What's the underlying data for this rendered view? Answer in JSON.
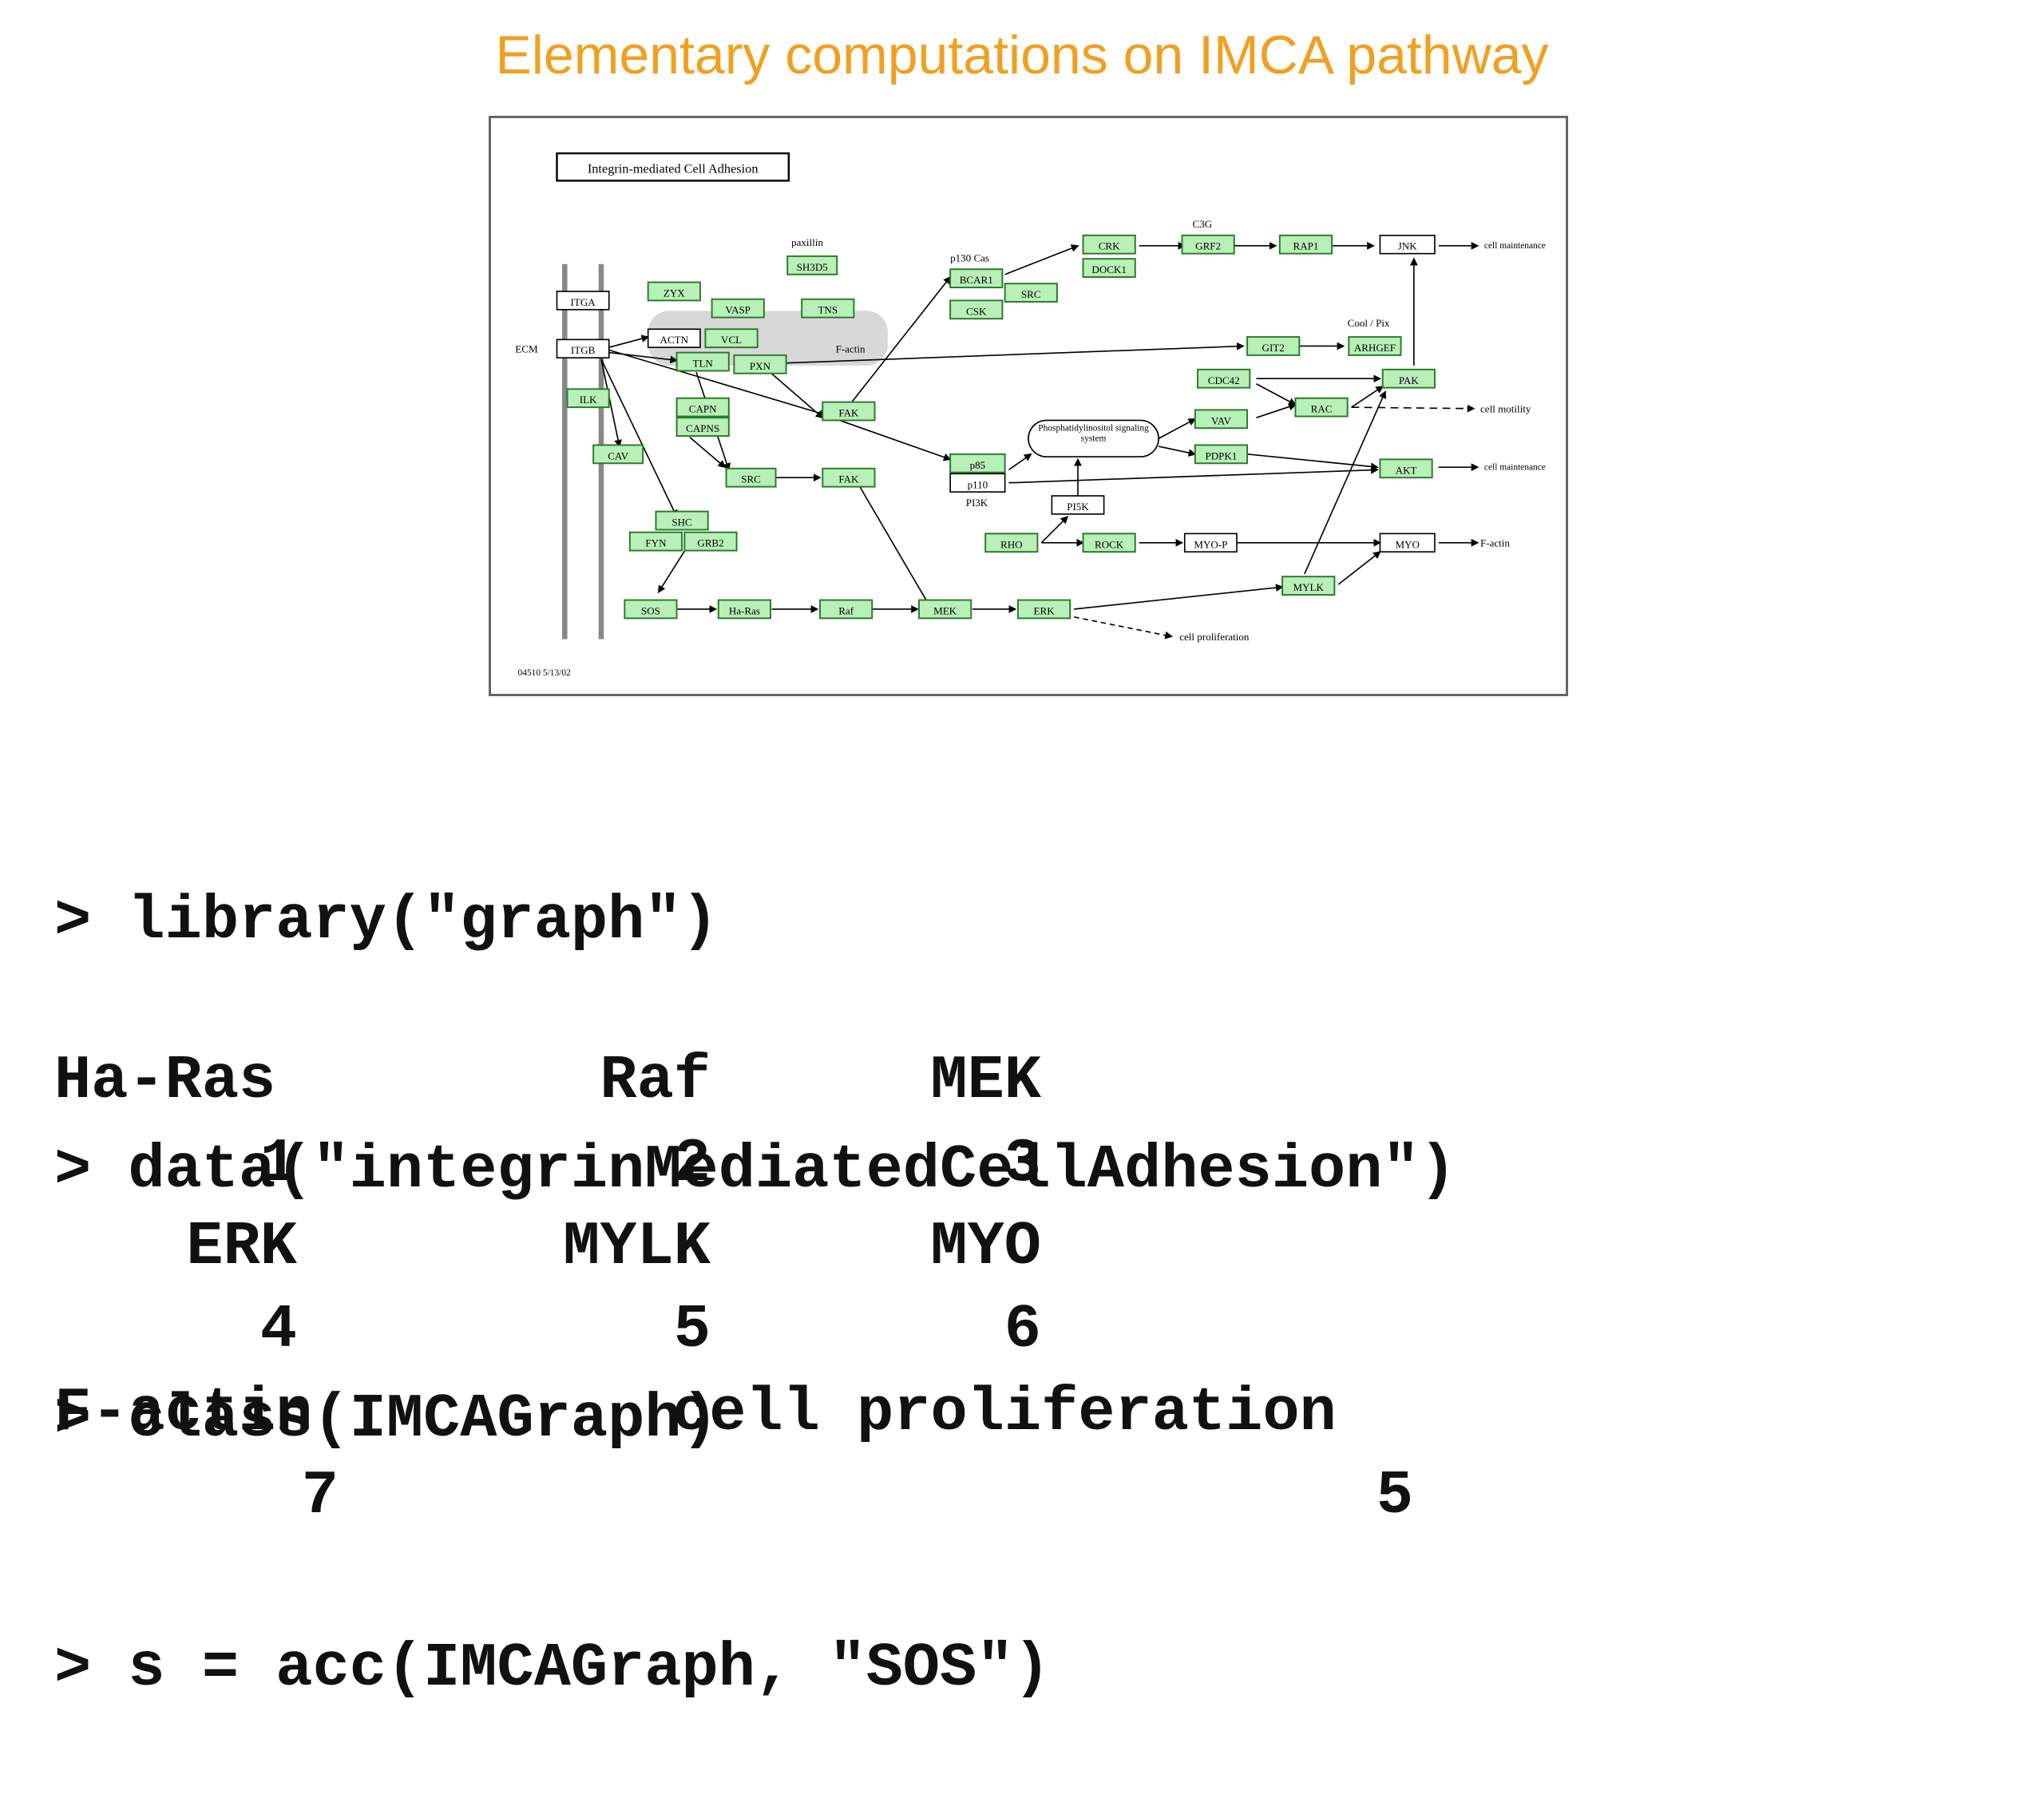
{
  "slide": {
    "title": "Elementary computations on IMCA pathway"
  },
  "figure": {
    "box_title": "Integrin-mediated Cell Adhesion",
    "footer": "04510 5/13/02",
    "labels": {
      "ecm": "ECM",
      "paxillin": "paxillin",
      "p130cas": "p130 Cas",
      "c3g": "C3G",
      "coolpix": "Cool / Pix",
      "factin_mid": "F-actin",
      "pi3k": "PI3K",
      "cell_maint1": "cell maintenance",
      "cell_motility": "cell motility",
      "cell_maint2": "cell maintenance",
      "factin_right": "F-actin",
      "cell_prolif": "cell proliferation",
      "pis": "Phosphatidylinositol signaling system"
    },
    "nodes": {
      "ITGA": "ITGA",
      "ITGB": "ITGB",
      "ILK": "ILK",
      "CAV": "CAV",
      "ZYX": "ZYX",
      "VASP": "VASP",
      "ACTN": "ACTN",
      "VCL": "VCL",
      "TLN": "TLN",
      "PXN": "PXN",
      "SH3D5": "SH3D5",
      "TNS": "TNS",
      "CAPN": "CAPN",
      "CAPNS": "CAPNS",
      "SRC1": "SRC",
      "FAK1": "FAK",
      "FAK2": "FAK",
      "SHC": "SHC",
      "FYN": "FYN",
      "GRB2": "GRB2",
      "SOS": "SOS",
      "HaRas": "Ha-Ras",
      "Raf": "Raf",
      "MEK": "MEK",
      "ERK": "ERK",
      "BCAR1": "BCAR1",
      "CSK": "CSK",
      "SRC2": "SRC",
      "CRK": "CRK",
      "DOCK1": "DOCK1",
      "GRF2": "GRF2",
      "RAP1": "RAP1",
      "JNK": "JNK",
      "GIT2": "GIT2",
      "ARHGEF": "ARHGEF",
      "CDC42": "CDC42",
      "PAK": "PAK",
      "RAC": "RAC",
      "VAV": "VAV",
      "PDPK1": "PDPK1",
      "AKT": "AKT",
      "p85": "p85",
      "p110": "p110",
      "PI5K": "PI5K",
      "RHO": "RHO",
      "ROCK": "ROCK",
      "MYOP": "MYO-P",
      "MYO": "MYO",
      "MYLK": "MYLK"
    }
  },
  "console": {
    "commands": [
      "> library(\"graph\")",
      "> data(\"integrinMediatedCellAdhesion\")",
      "> class(IMCAGraph)",
      "> s = acc(IMCAGraph, \"SOS\")"
    ],
    "output": {
      "row1_names": [
        "Ha-Ras",
        "Raf",
        "MEK"
      ],
      "row1_values": [
        "1",
        "2",
        "3"
      ],
      "row2_names": [
        "ERK",
        "MYLK",
        "MYO"
      ],
      "row2_values": [
        "4",
        "5",
        "6"
      ],
      "row3_names": [
        "F-actin",
        "cell proliferation"
      ],
      "row3_values": [
        "7",
        "5"
      ]
    }
  },
  "colors": {
    "title": "#f0a020",
    "node_fill": "#b8f0b8",
    "node_stroke": "#2a7a2a"
  }
}
